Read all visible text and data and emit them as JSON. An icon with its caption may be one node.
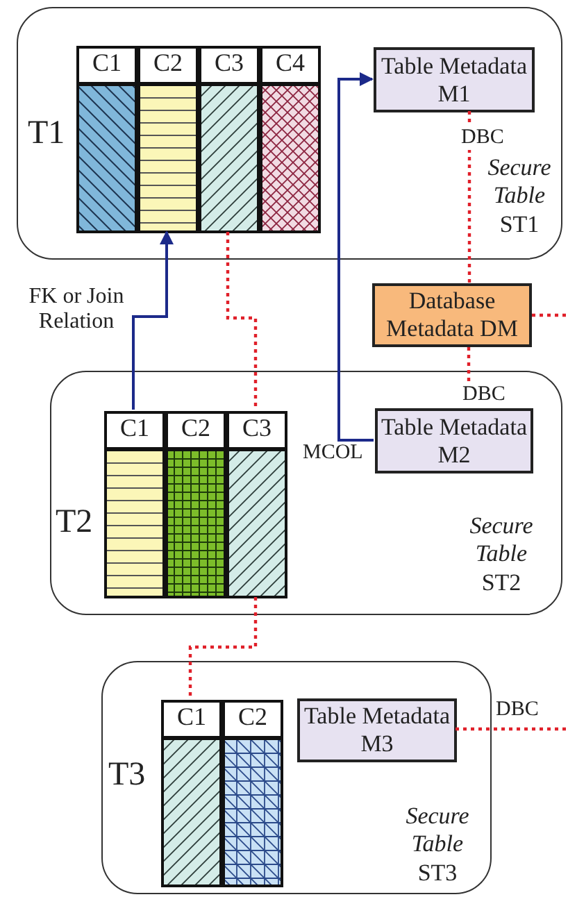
{
  "diagram": {
    "nodes": [
      {
        "text": [
          "*Secure Table* ST1"
        ]
      },
      {
        "text": [
          "C1"
        ],
        "in": 0
      },
      {
        "text": [
          "C2"
        ],
        "in": 0
      },
      {
        "text": [
          "C3"
        ],
        "in": 0
      },
      {
        "text": [
          "C4"
        ],
        "in": 0
      },
      {
        "text": [
          "Table Metadata M1"
        ],
        "in": 0
      },
      {
        "text": [
          "Database Metadata DM"
        ]
      },
      {
        "text": [
          "*Secure Table* ST2"
        ]
      },
      {
        "text": [
          "C1"
        ],
        "in": 7
      },
      {
        "text": [
          "C2"
        ],
        "in": 7
      },
      {
        "text": [
          "C3"
        ],
        "in": 7
      },
      {
        "text": [
          "Table Metadata M2"
        ],
        "in": 7
      },
      {
        "text": [
          "*Secure Table* ST3"
        ]
      },
      {
        "text": [
          "C1"
        ],
        "in": 12
      },
      {
        "text": [
          "C2"
        ],
        "in": 12
      },
      {
        "text": [
          "Table Metadata M3"
        ],
        "in": 12
      }
    ],
    "edges": [
      {
        "from": 8,
        "to": 2,
        "arrow": "to",
        "label": "FK or Join Relation",
        "color": "#1c2a8a"
      },
      {
        "from": 11,
        "to": 5,
        "arrow": "to",
        "label": "MCOL",
        "color": "#1c2a8a"
      },
      {
        "from": 3,
        "to": 10,
        "arrow": "none",
        "style": "dashed"
      },
      {
        "from": 10,
        "to": 13,
        "arrow": "none",
        "style": "dashed"
      },
      {
        "from": 5,
        "to": 6,
        "arrow": "none",
        "style": "dashed",
        "label": "DBC"
      },
      {
        "from": 6,
        "to": 11,
        "arrow": "none",
        "style": "dashed",
        "label": "DBC"
      },
      {
        "from": 6,
        "to": null,
        "arrow": "none",
        "style": "dashed"
      },
      {
        "from": 15,
        "to": null,
        "arrow": "none",
        "style": "dashed",
        "label": "DBC"
      }
    ],
    "labels": [
      "T1",
      "T2",
      "T3"
    ]
  }
}
